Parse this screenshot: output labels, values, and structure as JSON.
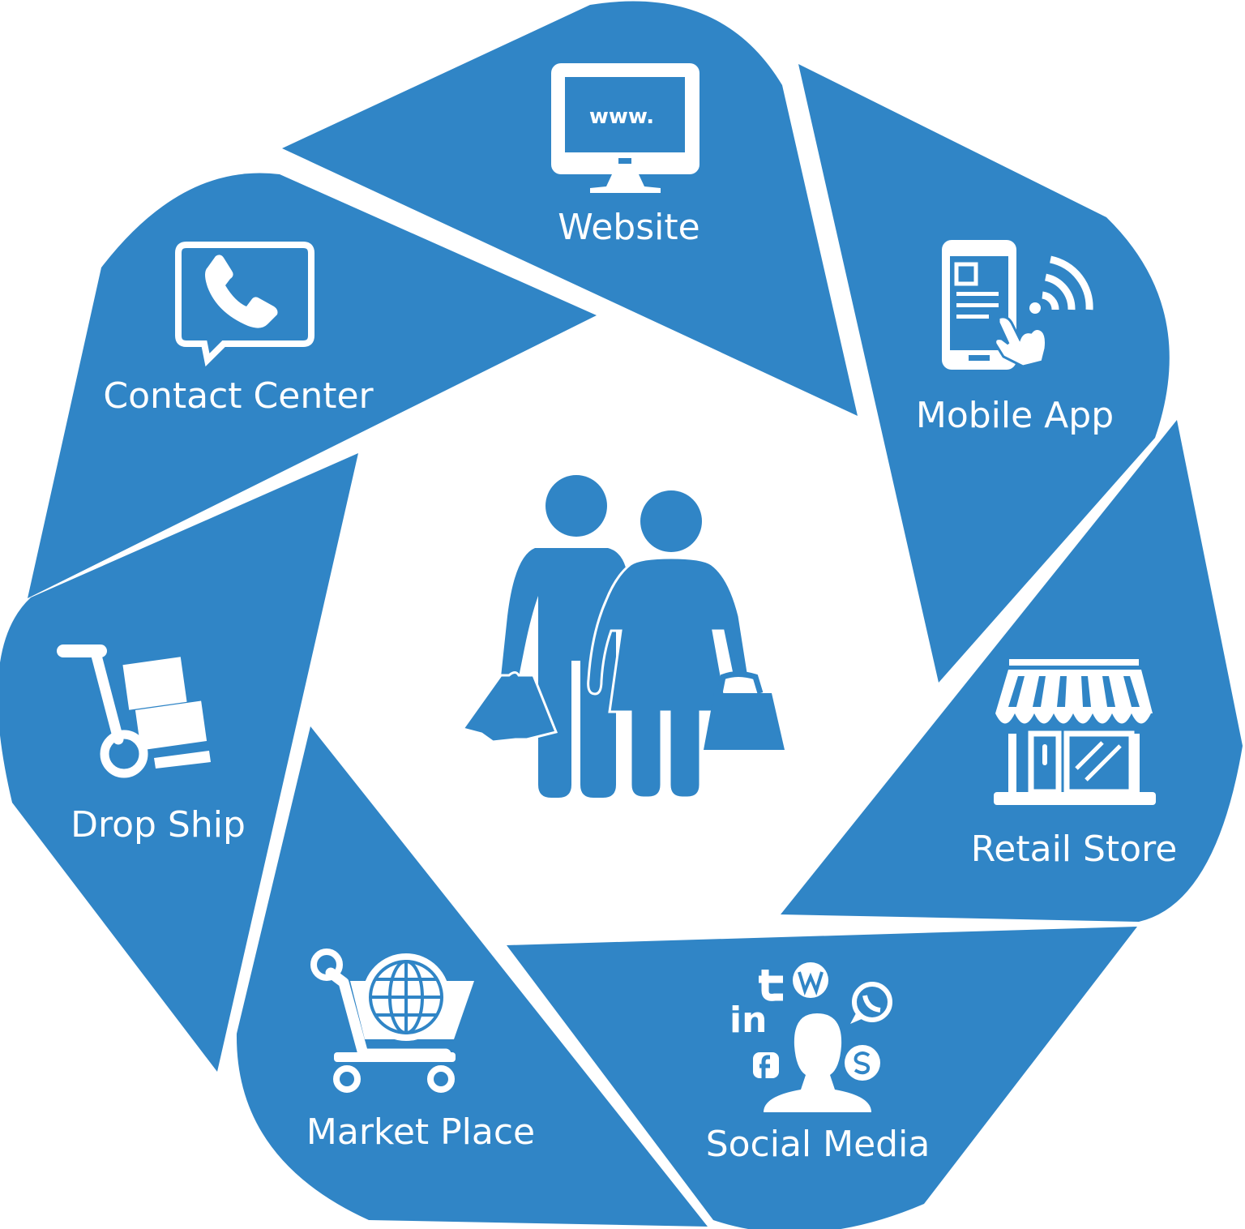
{
  "colors": {
    "accent": "#3085c6",
    "background": "#ffffff",
    "foreground": "#ffffff"
  },
  "center": {
    "icon": "shopping-couple-icon"
  },
  "segments": [
    {
      "id": "website",
      "label": "Website",
      "icon": "monitor-www-icon",
      "icon_text": "www."
    },
    {
      "id": "mobile-app",
      "label": "Mobile App",
      "icon": "mobile-touch-icon"
    },
    {
      "id": "retail-store",
      "label": "Retail Store",
      "icon": "storefront-icon"
    },
    {
      "id": "social-media",
      "label": "Social Media",
      "icon": "social-network-icon",
      "icon_text": "in"
    },
    {
      "id": "market-place",
      "label": "Market Place",
      "icon": "globe-cart-icon"
    },
    {
      "id": "drop-ship",
      "label": "Drop Ship",
      "icon": "hand-truck-icon"
    },
    {
      "id": "contact-center",
      "label": "Contact Center",
      "icon": "phone-chat-icon"
    }
  ]
}
